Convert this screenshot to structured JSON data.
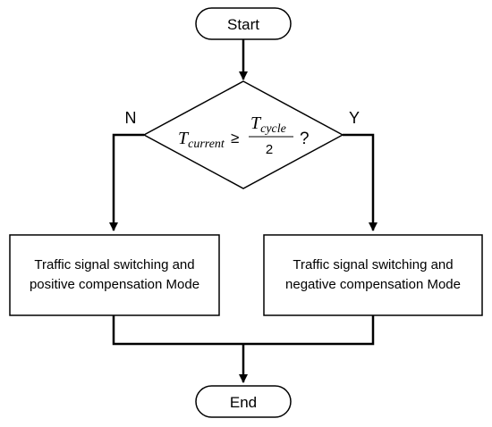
{
  "start": {
    "label": "Start"
  },
  "end": {
    "label": "End"
  },
  "decision": {
    "lhs_symbol": "T",
    "lhs_subscript": "current",
    "operator": "≥",
    "numerator_symbol": "T",
    "numerator_subscript": "cycle",
    "denominator": "2",
    "question_mark": "?",
    "no_label": "N",
    "yes_label": "Y"
  },
  "left_box": {
    "line1": "Traffic signal switching and",
    "line2": "positive compensation Mode"
  },
  "right_box": {
    "line1": "Traffic signal switching and",
    "line2": "negative compensation Mode"
  },
  "colors": {
    "stroke": "#000000",
    "fill": "#ffffff",
    "text": "#000000"
  }
}
